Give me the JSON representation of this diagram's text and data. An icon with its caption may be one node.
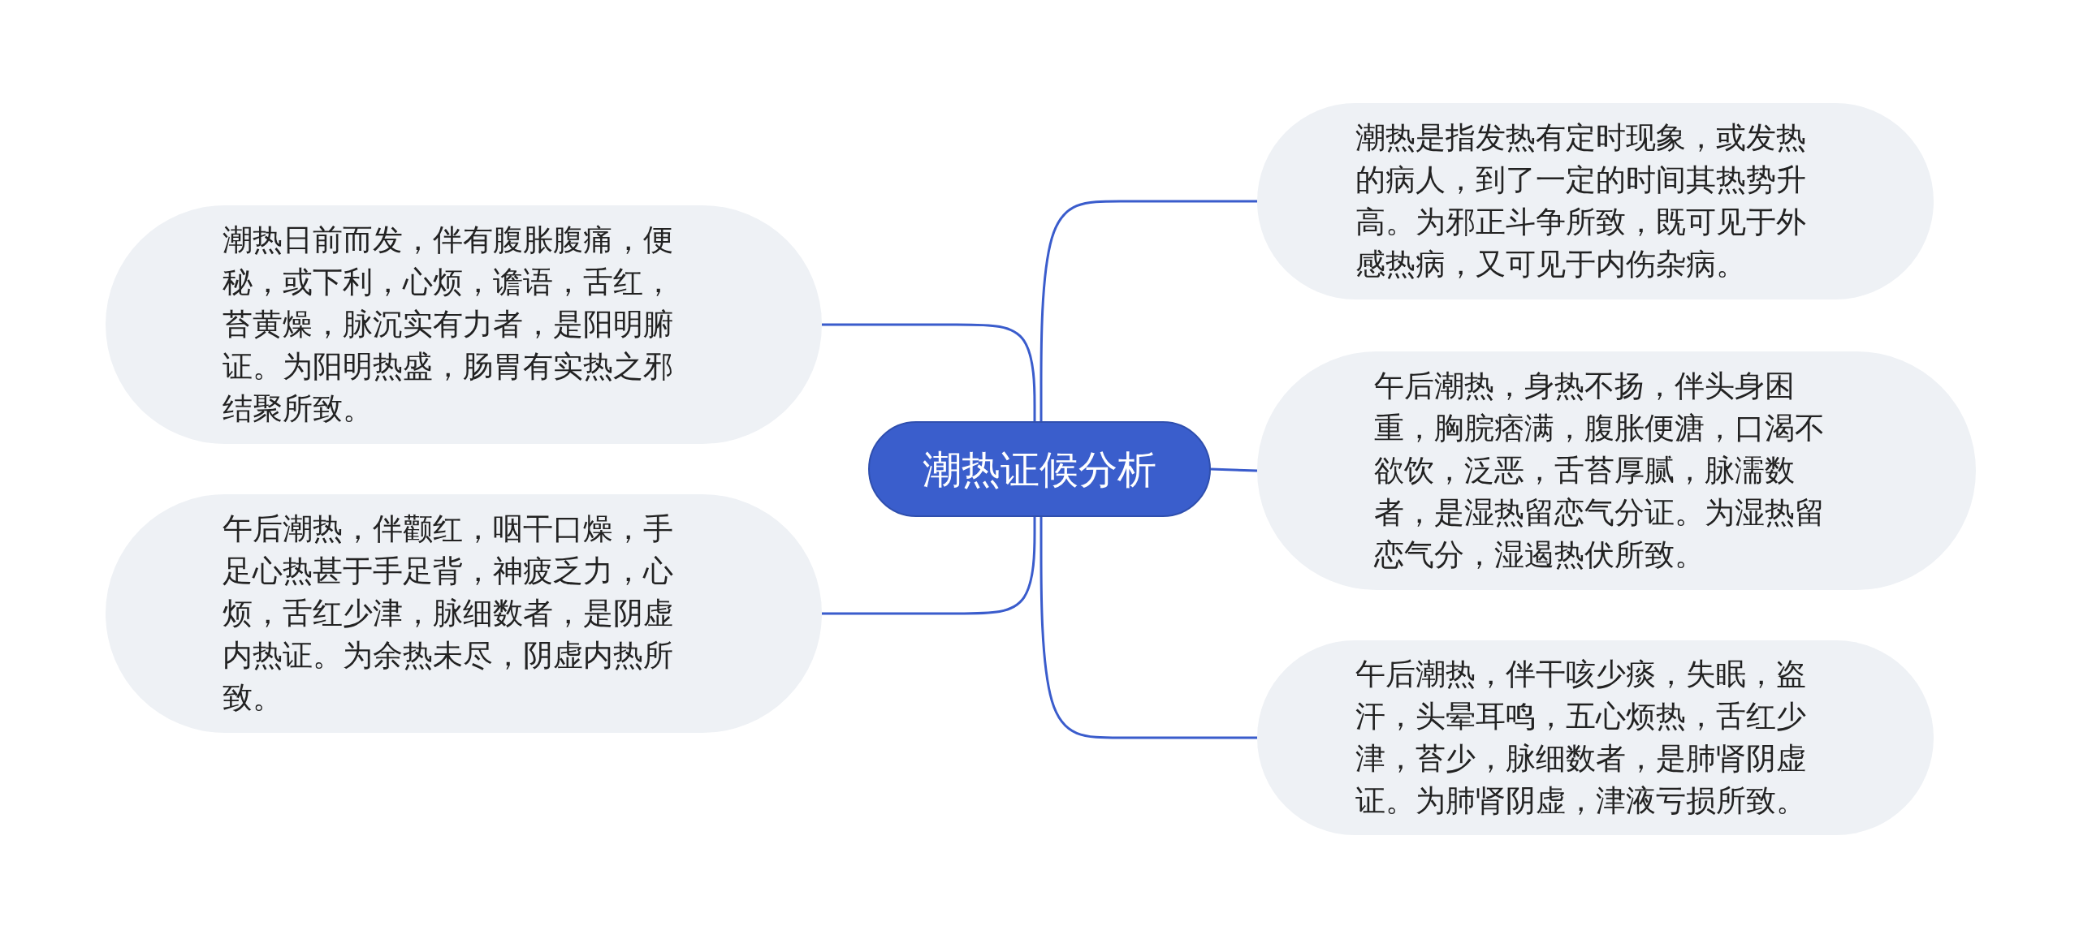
{
  "diagram": {
    "nodes": [
      {
        "text": [
          "潮热证候分析"
        ]
      },
      {
        "text": [
          "潮热是指发热有定时现象，或发热的病人，到了一定的时间其热势升高。为邪正斗争所致，既可见于外感热病，又可见于内伤杂病。"
        ]
      },
      {
        "text": [
          "午后潮热，身热不扬，伴头身困重，胸脘痞满，腹胀便溏，口渴不欲饮，泛恶，舌苔厚腻，脉濡数者，是湿热留恋气分证。为湿热留恋气分，湿遏热伏所致。"
        ]
      },
      {
        "text": [
          "午后潮热，伴干咳少痰，失眠，盗汗，头晕耳鸣，五心烦热，舌红少津，苔少，脉细数者，是肺肾阴虚证。为肺肾阴虚，津液亏损所致。"
        ]
      },
      {
        "text": [
          "潮热日前而发，伴有腹胀腹痛，便秘，或下利，心烦，谵语，舌红，苔黄燥，脉沉实有力者，是阳明腑证。为阳明热盛，肠胃有实热之邪结聚所致。"
        ]
      },
      {
        "text": [
          "午后潮热，伴颧红，咽干口燥，手足心热甚于手足背，神疲乏力，心烦，舌红少津，脉细数者，是阴虚内热证。为余热未尽，阴虚内热所致。"
        ]
      }
    ],
    "edges": [
      {
        "from": 0,
        "to": 1,
        "arrow": "none"
      },
      {
        "from": 0,
        "to": 2,
        "arrow": "none"
      },
      {
        "from": 0,
        "to": 3,
        "arrow": "none"
      },
      {
        "from": 0,
        "to": 4,
        "arrow": "none"
      },
      {
        "from": 0,
        "to": 5,
        "arrow": "none"
      }
    ]
  }
}
